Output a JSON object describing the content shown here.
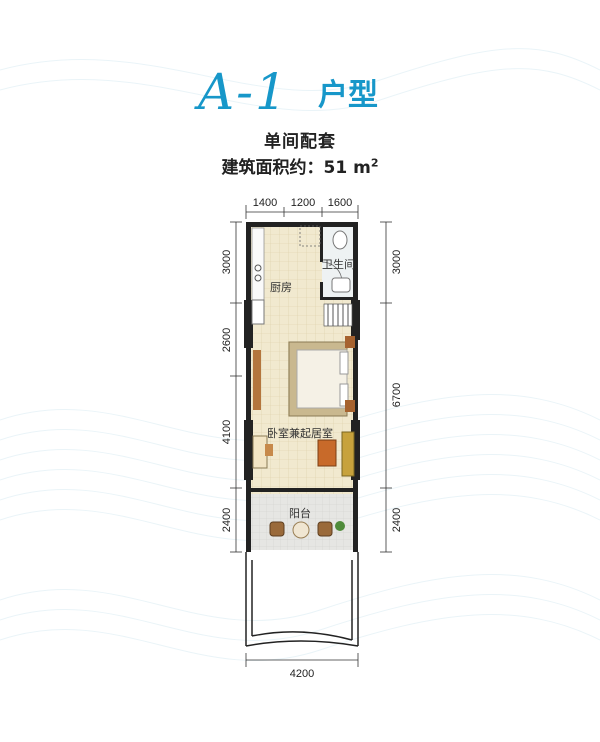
{
  "header": {
    "plan_code": "A-1",
    "plan_type": "户型",
    "unit_kind": "单间配套",
    "area_label": "建筑面积约：51 m",
    "area_sup": "2"
  },
  "dimensions": {
    "top": [
      "1400",
      "1200",
      "1600"
    ],
    "left": [
      "3000",
      "2600",
      "4100",
      "2400"
    ],
    "right": [
      "3000",
      "6700",
      "2400"
    ],
    "bottom": "4200"
  },
  "rooms": {
    "bathroom": "卫生间",
    "kitchen": "厨房",
    "bedroom": "卧室兼起居室",
    "balcony": "阳台"
  }
}
